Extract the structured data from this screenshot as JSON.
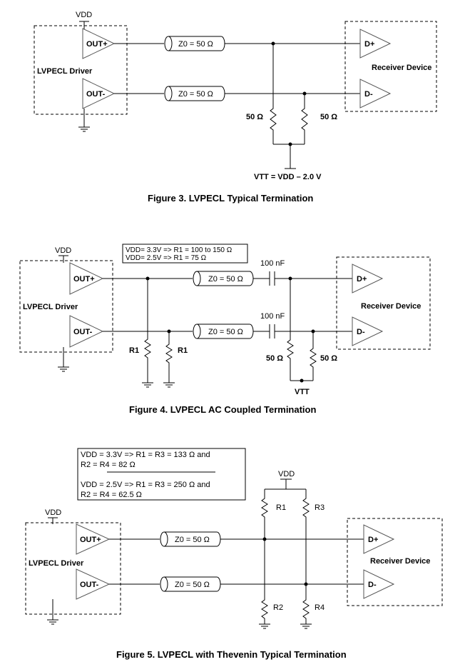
{
  "figure3": {
    "vdd": "VDD",
    "driver": "LVPECL Driver",
    "out_plus": "OUT+",
    "out_minus": "OUT-",
    "z0_top": "Z0 = 50 Ω",
    "z0_bottom": "Z0 = 50 Ω",
    "receiver": "Receiver  Device",
    "d_plus": "D+",
    "d_minus": "D-",
    "r_left": "50 Ω",
    "r_right": "50 Ω",
    "vtt": "VTT = VDD – 2.0 V",
    "caption": "Figure 3. LVPECL Typical Termination"
  },
  "figure4": {
    "note_line1": "VDD= 3.3V => R1 = 100 to 150 Ω",
    "note_line2": "VDD= 2.5V => R1 = 75 Ω",
    "vdd": "VDD",
    "driver": "LVPECL Driver",
    "out_plus": "OUT+",
    "out_minus": "OUT-",
    "z0_top": "Z0 = 50 Ω",
    "z0_bottom": "Z0 = 50 Ω",
    "cap_top": "100 nF",
    "cap_bottom": "100 nF",
    "receiver": "Receiver  Device",
    "d_plus": "D+",
    "d_minus": "D-",
    "r1_left": "R1",
    "r1_right": "R1",
    "r_left": "50 Ω",
    "r_right": "50 Ω",
    "vtt": "VTT",
    "caption": "Figure 4. LVPECL AC Coupled Termination"
  },
  "figure5": {
    "note_line1": "VDD = 3.3V => R1 = R3 = 133 Ω and",
    "note_line2": "R2 = R4 = 82 Ω",
    "note_line3": "VDD = 2.5V => R1 = R3 = 250 Ω and",
    "note_line4": "R2 = R4 = 62.5 Ω",
    "vdd_top": "VDD",
    "vdd_driver": "VDD",
    "driver": "LVPECL Driver",
    "out_plus": "OUT+",
    "out_minus": "OUT-",
    "z0_top": "Z0 = 50 Ω",
    "z0_bottom": "Z0 = 50 Ω",
    "receiver": "Receiver  Device",
    "d_plus": "D+",
    "d_minus": "D-",
    "r1": "R1",
    "r2": "R2",
    "r3": "R3",
    "r4": "R4",
    "caption": "Figure 5. LVPECL with Thevenin Typical Termination"
  }
}
